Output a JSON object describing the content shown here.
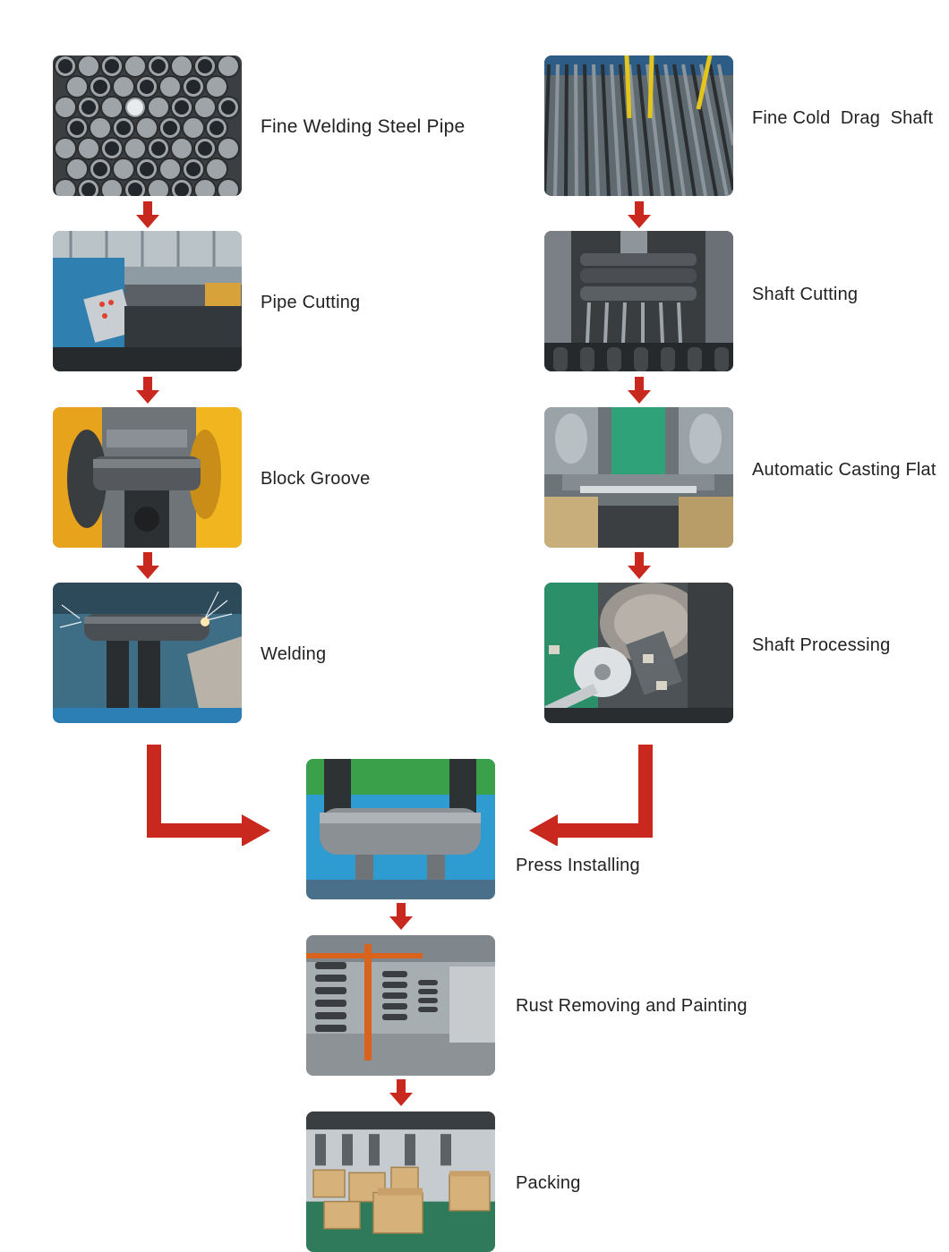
{
  "accent_color": "#c8281e",
  "left_column": [
    {
      "id": "fine-welding-steel-pipe",
      "label": "Fine Welding Steel Pipe"
    },
    {
      "id": "pipe-cutting",
      "label": "Pipe Cutting"
    },
    {
      "id": "block-groove",
      "label": "Block Groove"
    },
    {
      "id": "welding",
      "label": "Welding"
    }
  ],
  "right_column": [
    {
      "id": "fine-cold-drag-shaft",
      "label": "Fine Cold  Drag  Shaft"
    },
    {
      "id": "shaft-cutting",
      "label": "Shaft Cutting"
    },
    {
      "id": "automatic-casting-flat",
      "label": "Automatic Casting Flat"
    },
    {
      "id": "shaft-processing",
      "label": "Shaft Processing"
    }
  ],
  "center_column": [
    {
      "id": "press-installing",
      "label": "Press Installing"
    },
    {
      "id": "rust-removing-and-painting",
      "label": "Rust Removing and Painting"
    },
    {
      "id": "packing",
      "label": "Packing"
    }
  ]
}
